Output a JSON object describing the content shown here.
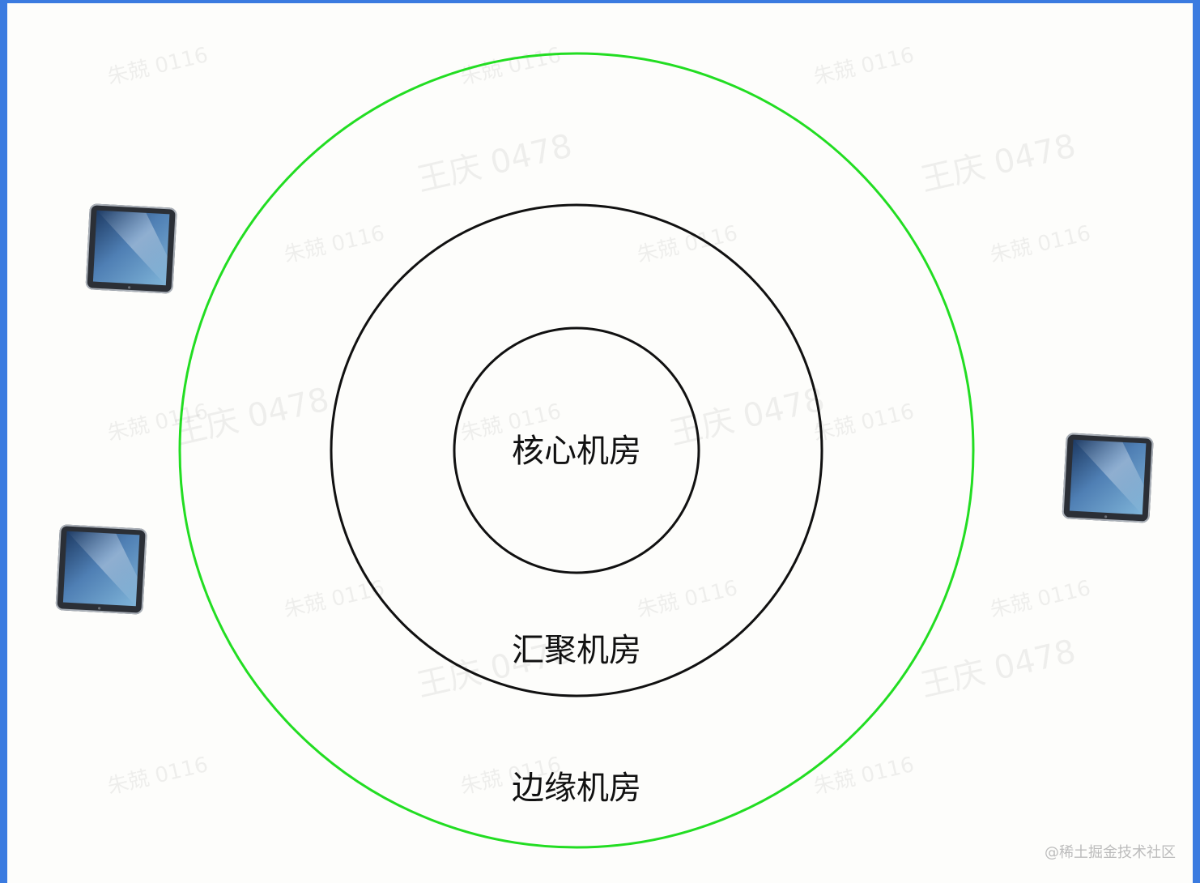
{
  "diagram": {
    "labels": {
      "core": "核心机房",
      "aggregation": "汇聚机房",
      "edge": "边缘机房"
    },
    "colors": {
      "outer_ring": "#22dd22",
      "inner_rings": "#111111",
      "background": "#fdfdfb",
      "frame": "#3b7be0"
    },
    "devices": [
      {
        "name": "tablet-icon"
      },
      {
        "name": "tablet-icon"
      },
      {
        "name": "tablet-icon"
      }
    ]
  },
  "watermarks": {
    "primary": "王庆 0478",
    "secondary": "朱兢 0116"
  },
  "credit": "@稀土掘金技术社区"
}
